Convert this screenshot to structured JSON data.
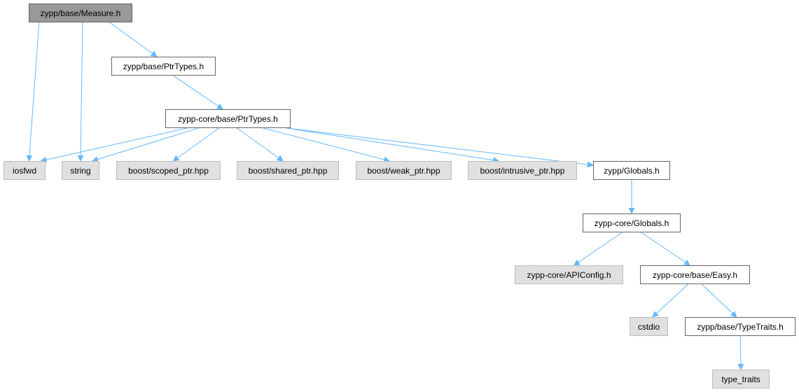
{
  "graph": {
    "colors": {
      "edge": "#63b8ff",
      "root_fill": "#999999",
      "external_fill": "#e0e0e0",
      "local_fill": "#ffffff"
    },
    "nodes": [
      {
        "id": "measure",
        "label": "zypp/base/Measure.h",
        "kind": "root"
      },
      {
        "id": "ptrtypes",
        "label": "zypp/base/PtrTypes.h",
        "kind": "local"
      },
      {
        "id": "coreptr",
        "label": "zypp-core/base/PtrTypes.h",
        "kind": "local"
      },
      {
        "id": "iosfwd",
        "label": "iosfwd",
        "kind": "external"
      },
      {
        "id": "string",
        "label": "string",
        "kind": "external"
      },
      {
        "id": "scoped",
        "label": "boost/scoped_ptr.hpp",
        "kind": "external"
      },
      {
        "id": "shared",
        "label": "boost/shared_ptr.hpp",
        "kind": "external"
      },
      {
        "id": "weak",
        "label": "boost/weak_ptr.hpp",
        "kind": "external"
      },
      {
        "id": "intrusive",
        "label": "boost/intrusive_ptr.hpp",
        "kind": "external"
      },
      {
        "id": "globals",
        "label": "zypp/Globals.h",
        "kind": "local"
      },
      {
        "id": "coreglobals",
        "label": "zypp-core/Globals.h",
        "kind": "local"
      },
      {
        "id": "apiconfig",
        "label": "zypp-core/APIConfig.h",
        "kind": "external"
      },
      {
        "id": "easy",
        "label": "zypp-core/base/Easy.h",
        "kind": "local"
      },
      {
        "id": "cstdio",
        "label": "cstdio",
        "kind": "external"
      },
      {
        "id": "typetraits",
        "label": "zypp/base/TypeTraits.h",
        "kind": "local"
      },
      {
        "id": "type_traits",
        "label": "type_traits",
        "kind": "external"
      }
    ],
    "edges": [
      {
        "from": "measure",
        "to": "iosfwd"
      },
      {
        "from": "measure",
        "to": "string"
      },
      {
        "from": "measure",
        "to": "ptrtypes"
      },
      {
        "from": "ptrtypes",
        "to": "coreptr"
      },
      {
        "from": "coreptr",
        "to": "iosfwd"
      },
      {
        "from": "coreptr",
        "to": "string"
      },
      {
        "from": "coreptr",
        "to": "scoped"
      },
      {
        "from": "coreptr",
        "to": "shared"
      },
      {
        "from": "coreptr",
        "to": "weak"
      },
      {
        "from": "coreptr",
        "to": "intrusive"
      },
      {
        "from": "coreptr",
        "to": "globals"
      },
      {
        "from": "globals",
        "to": "coreglobals"
      },
      {
        "from": "coreglobals",
        "to": "apiconfig"
      },
      {
        "from": "coreglobals",
        "to": "easy"
      },
      {
        "from": "easy",
        "to": "cstdio"
      },
      {
        "from": "easy",
        "to": "typetraits"
      },
      {
        "from": "typetraits",
        "to": "type_traits"
      }
    ]
  }
}
